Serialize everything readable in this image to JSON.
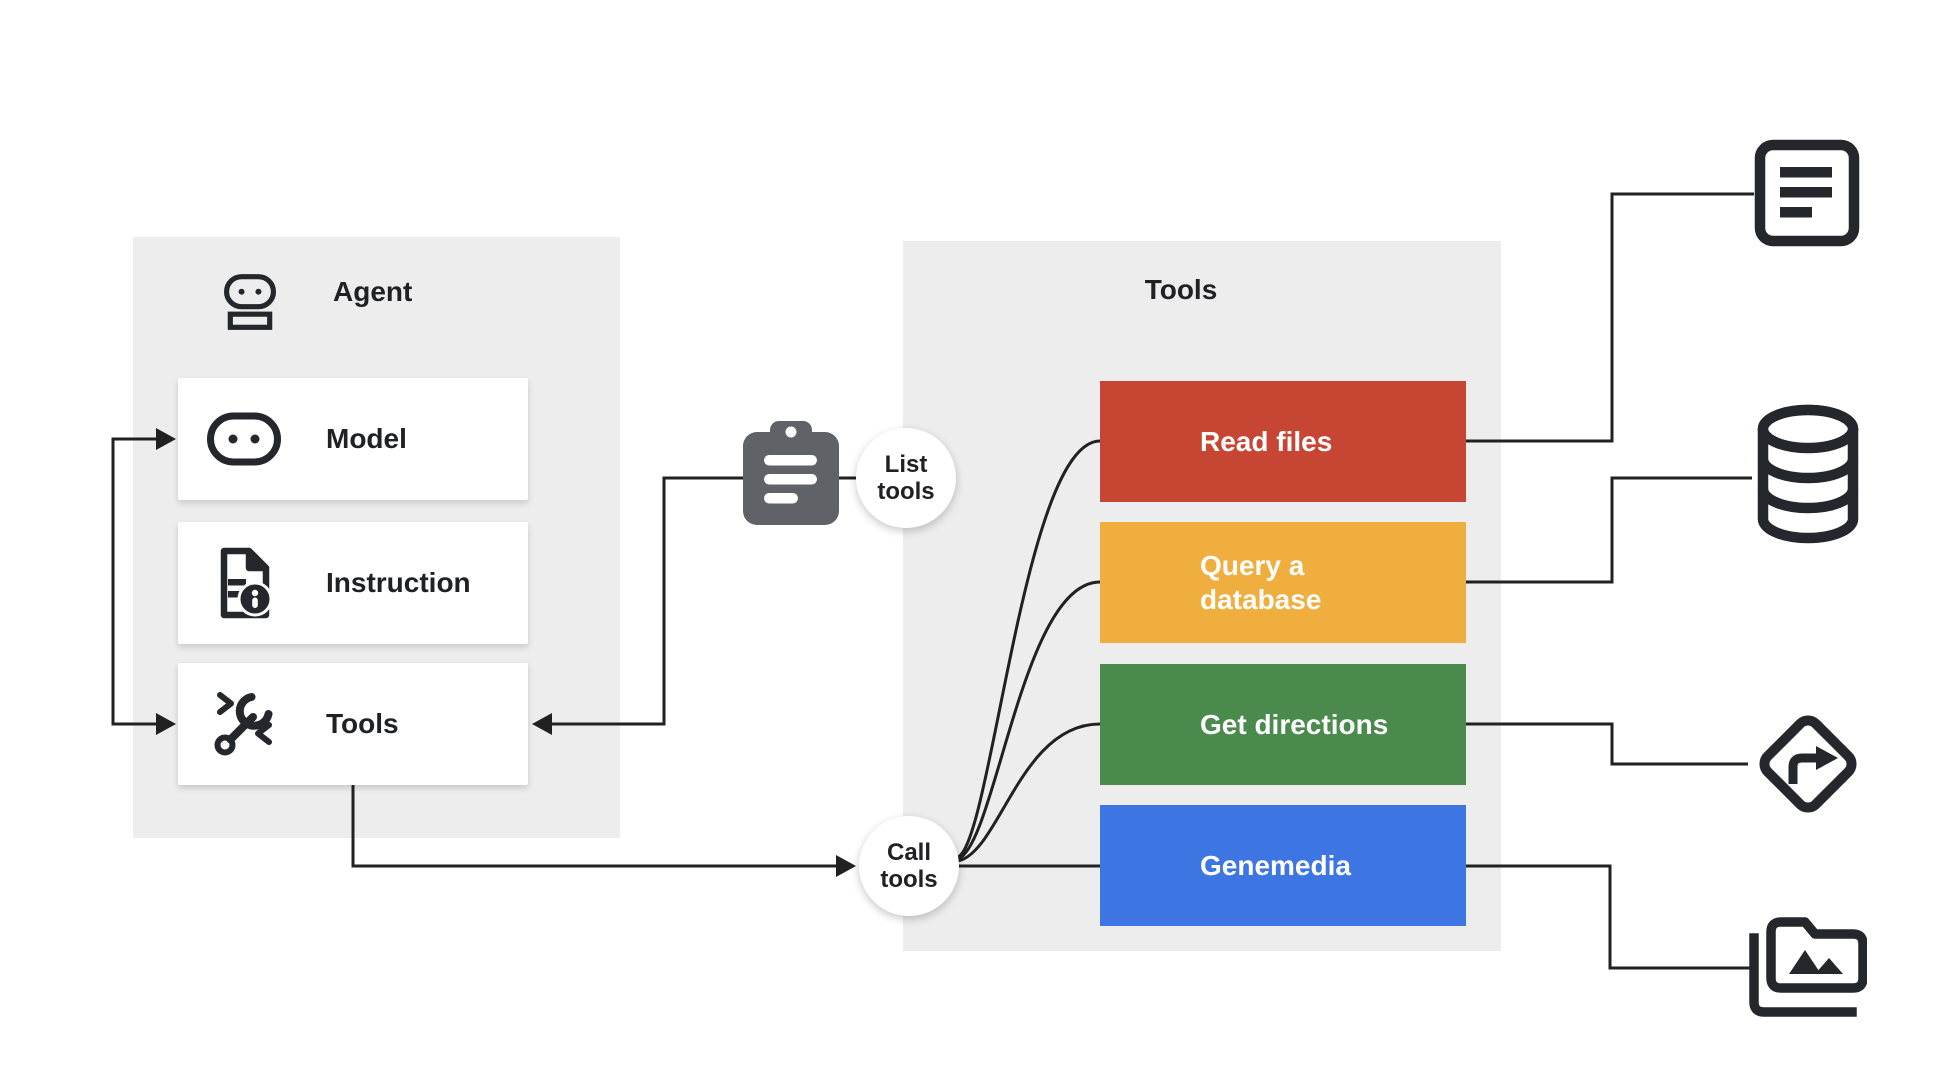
{
  "agent_panel": {
    "title": "Agent",
    "header_icon": "robot-icon",
    "cards": [
      {
        "label": "Model",
        "icon": "model-robot-face-icon"
      },
      {
        "label": "Instruction",
        "icon": "instruction-document-icon"
      },
      {
        "label": "Tools",
        "icon": "wrench-code-icon"
      }
    ]
  },
  "flow": {
    "list_tools_label": "List tools",
    "call_tools_label": "Call tools",
    "clipboard_icon": "clipboard-icon"
  },
  "tools_panel": {
    "title": "Tools",
    "items": [
      {
        "label": "Read files",
        "color": "#C64633",
        "target_icon": "document-icon"
      },
      {
        "label": "Query a database",
        "color": "#EFAE3D",
        "target_icon": "database-icon"
      },
      {
        "label": "Get directions",
        "color": "#4A8A4D",
        "target_icon": "directions-icon"
      },
      {
        "label": "Genemedia",
        "color": "#3D76E2",
        "target_icon": "media-folder-icon"
      }
    ]
  },
  "colors": {
    "line": "#212121",
    "panel_background": "#EDEDED",
    "card_background": "#FFFFFF",
    "text": "#202124",
    "icon": "#24272B",
    "clipboard": "#5F6368",
    "label_on_color": "#FFFFFF"
  }
}
